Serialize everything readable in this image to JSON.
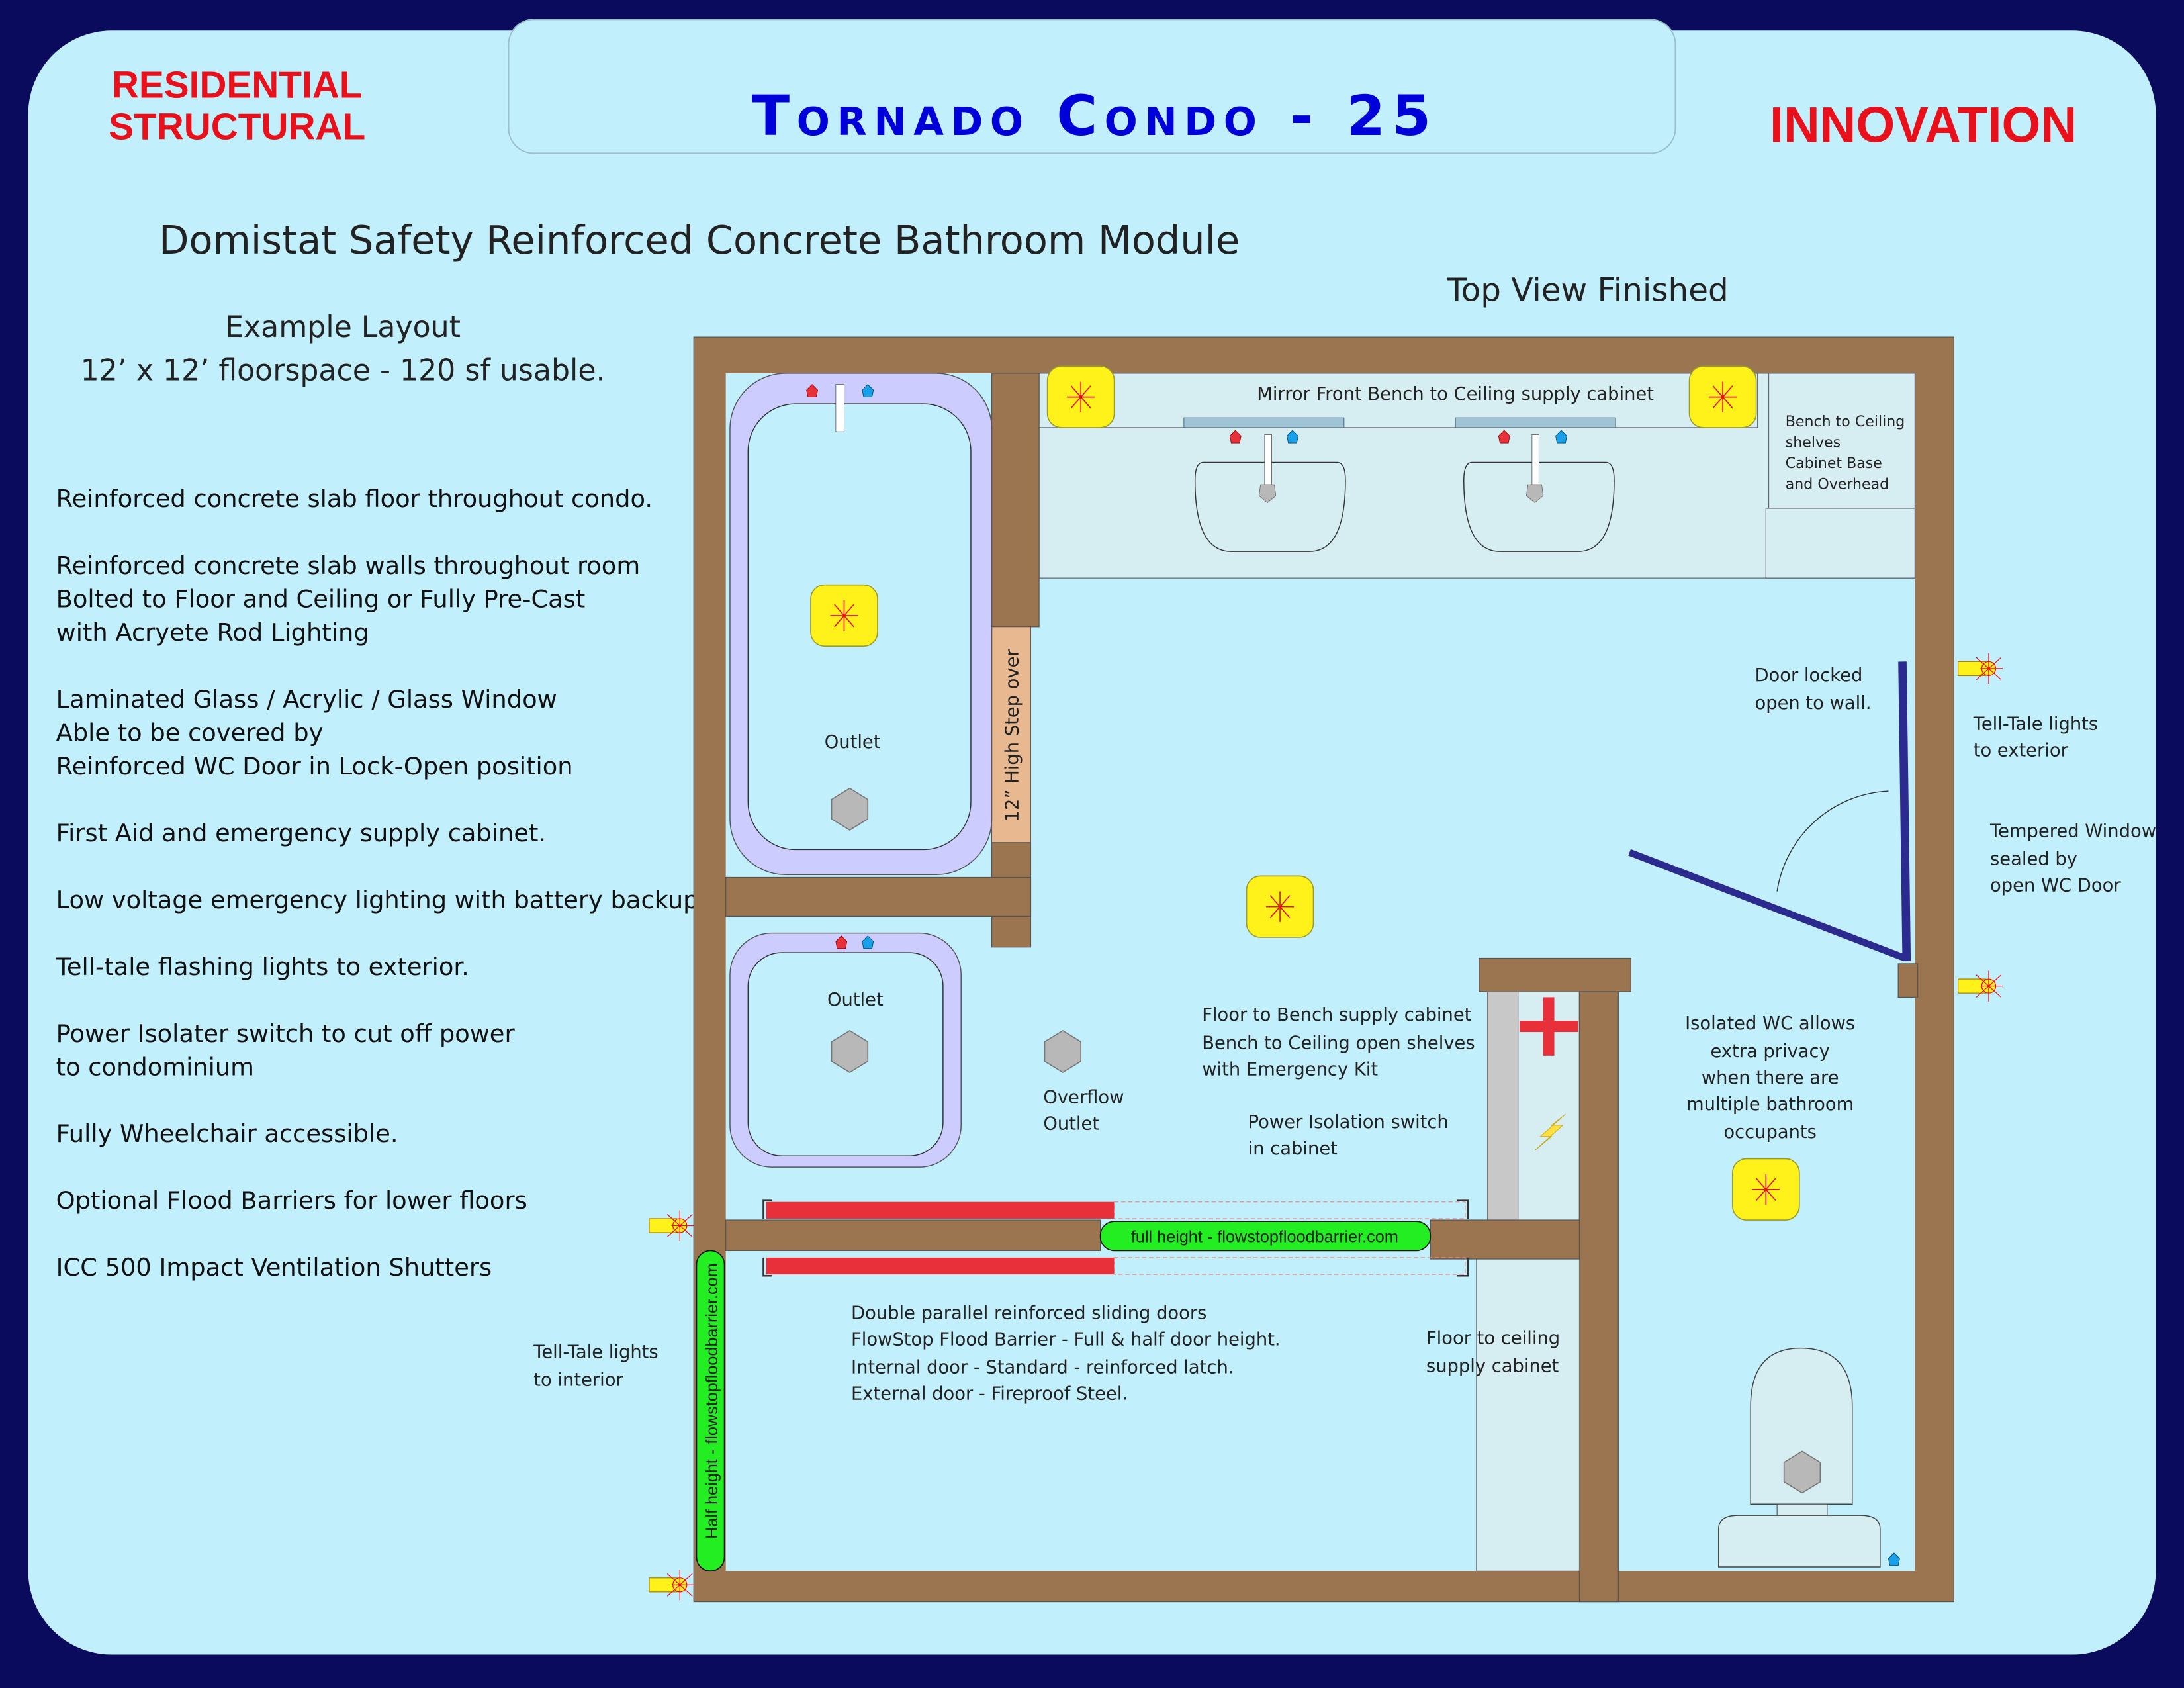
{
  "header": {
    "left_line1": "RESIDENTIAL",
    "left_line2": "STRUCTURAL",
    "title": "Tornado Condo - 25",
    "right": "INNOVATION"
  },
  "subtitle": "Domistat Safety Reinforced Concrete Bathroom Module",
  "view_label": "Top View Finished",
  "layout": {
    "line1": "Example Layout",
    "line2": "12’ x 12’ floorspace - 120 sf usable."
  },
  "features": [
    "Reinforced concrete slab floor throughout condo.",
    "Reinforced concrete slab walls throughout room",
    "Bolted to Floor and Ceiling or Fully Pre-Cast",
    "with Acryete Rod Lighting",
    "Laminated Glass / Acrylic / Glass Window",
    "Able to be covered by",
    "Reinforced WC Door in Lock-Open position",
    "First Aid and emergency supply cabinet.",
    "Low voltage emergency lighting with battery backup.",
    "Tell-tale flashing lights to exterior.",
    "Power Isolater switch to cut off power",
    "to condominium",
    "Fully Wheelchair accessible.",
    "Optional Flood Barriers for lower floors",
    "ICC 500 Impact Ventilation Shutters"
  ],
  "plan": {
    "mirror_cabinet": "Mirror Front Bench to Ceiling supply cabinet",
    "shelves": [
      "Bench to Ceiling",
      "shelves",
      "Cabinet Base",
      "and Overhead"
    ],
    "step_over": "12” High Step over",
    "outlet_tub": "Outlet",
    "outlet_shower": "Outlet",
    "overflow": [
      "Overflow",
      "Outlet"
    ],
    "door_locked": [
      "Door locked",
      "open to wall."
    ],
    "telltale_exterior": [
      "Tell-Tale lights",
      "to exterior"
    ],
    "tempered_window": [
      "Tempered Window",
      "sealed by",
      "open WC Door"
    ],
    "supply_cabinet": [
      "Floor to Bench supply cabinet",
      "Bench to Ceiling open shelves",
      "with Emergency Kit"
    ],
    "power_switch": [
      "Power Isolation switch",
      "in cabinet"
    ],
    "isolated_wc": [
      "Isolated WC allows",
      "extra privacy",
      "when there are",
      "multiple bathroom",
      "occupants"
    ],
    "full_height_barrier": "full height - flowstopfloodbarrier.com",
    "half_height_barrier": "Half height - flowstopfloodbarrier.com",
    "doors_note": [
      "Double parallel reinforced sliding doors",
      "FlowStop Flood Barrier - Full & half door height.",
      "Internal door - Standard - reinforced latch.",
      "External door - Fireproof Steel."
    ],
    "floor_ceiling_cabinet": [
      "Floor to ceiling",
      "supply cabinet"
    ],
    "telltale_interior": [
      "Tell-Tale lights",
      "to interior"
    ]
  },
  "colors": {
    "background": "#0b0b5e",
    "panel": "#c2effc",
    "title": "#0000d8",
    "red_text": "#e8101a",
    "wall": "#9b7450",
    "light": "#fff21a",
    "barrier": "#22ee22"
  }
}
